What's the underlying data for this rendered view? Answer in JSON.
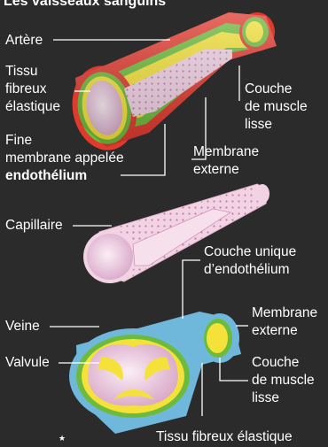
{
  "title": "Les vaisseaux sanguins",
  "artery": {
    "name": "Artère",
    "fibrous_1": "Tissu",
    "fibrous_2": "fibreux",
    "fibrous_3": "élastique",
    "endo_1": "Fine",
    "endo_2": "membrane appelée",
    "endo_3": "endothélium",
    "muscle_1": "Couche",
    "muscle_2": "de muscle",
    "muscle_3": "lisse",
    "outer_1": "Membrane",
    "outer_2": "externe"
  },
  "capillary": {
    "name": "Capillaire",
    "layer_1": "Couche unique",
    "layer_2": "d’endothélium"
  },
  "vein": {
    "name": "Veine",
    "valve": "Valvule",
    "outer_1": "Membrane",
    "outer_2": "externe",
    "muscle_1": "Couche",
    "muscle_2": "de muscle",
    "muscle_3": "lisse",
    "fibrous": "Tissu fibreux élastique"
  },
  "star": "★",
  "colors": {
    "background": "#2b2b2b",
    "outer_red": "#e03a2f",
    "fibrous_green": "#6cbb3c",
    "muscle_yellow": "#f4e23a",
    "lumen_pink": "#e9c6dc",
    "endothelium_pink": "#f1d3e4",
    "vein_blue": "#6fb8dc",
    "label_white": "#ffffff"
  }
}
